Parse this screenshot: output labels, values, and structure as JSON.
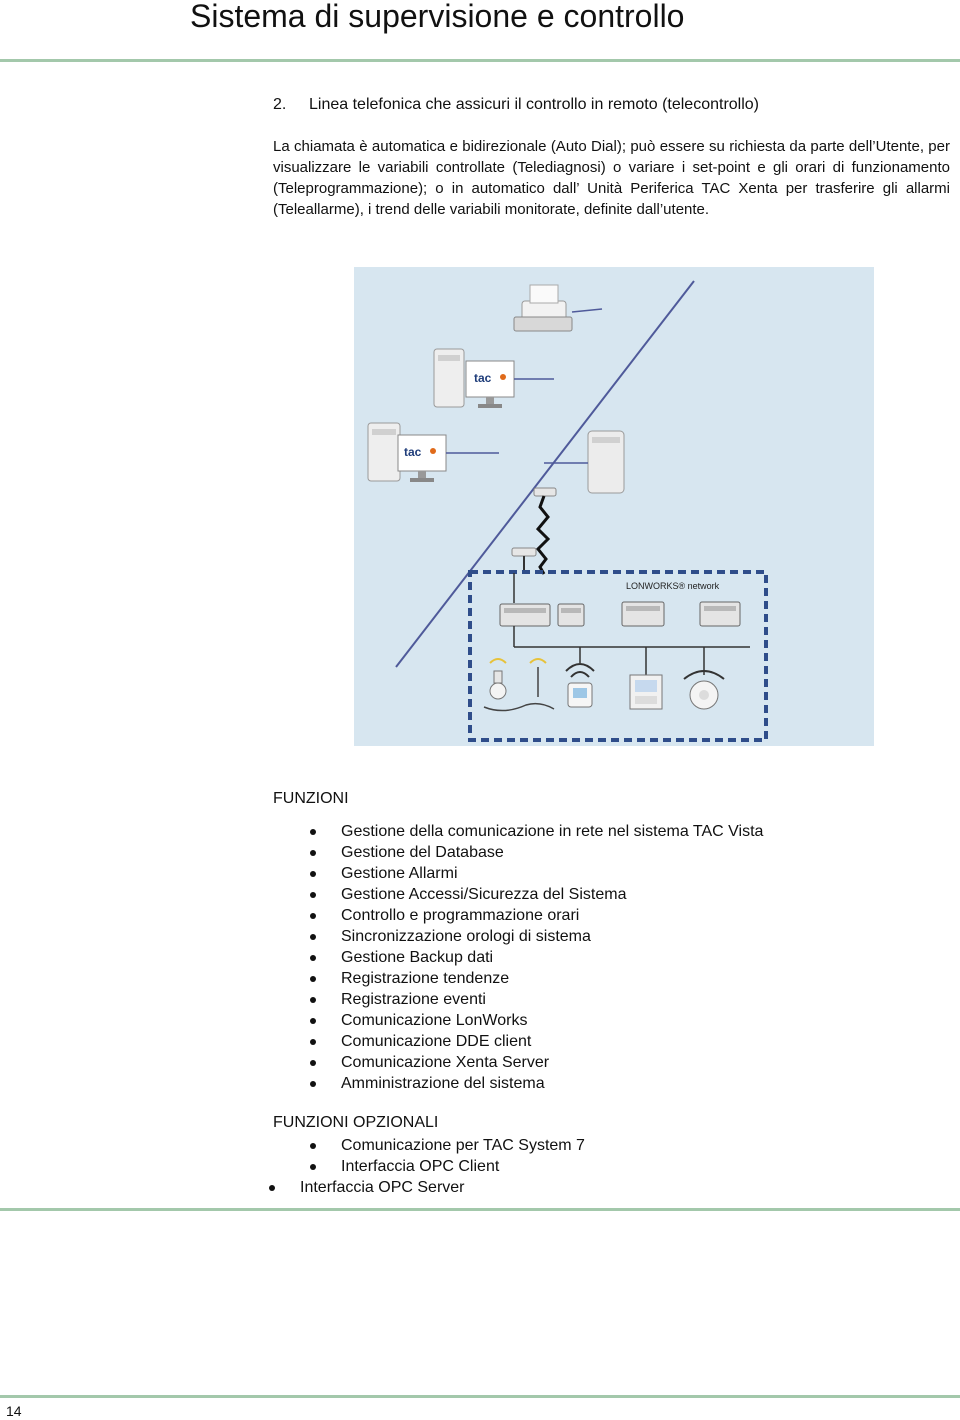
{
  "header": {
    "title": "Sistema di supervisione e controllo"
  },
  "section": {
    "number": "2.",
    "title": "Linea telefonica che assicuri il controllo in remoto (telecontrollo)"
  },
  "intro_text": "La chiamata è automatica e bidirezionale (Auto Dial); può essere su richiesta da parte dell’Utente, per visualizzare le variabili controllate (Telediagnosi) o variare i set-point e gli orari di funzionamento (Teleprogrammazione); o in automatico dall’ Unità Periferica TAC Xenta per trasferire gli allarmi (Teleallarme), i trend delle variabili monitorate, definite dall’utente.",
  "figure": {
    "logo_text": "tac",
    "network_label": "LONWORKS® network",
    "colors": {
      "background": "#d7e6f0",
      "line": "#4f5a9a",
      "network_border": "#2f4d8a"
    }
  },
  "funzioni": {
    "heading": "FUNZIONI",
    "items": [
      "Gestione della comunicazione in rete nel sistema TAC Vista",
      "Gestione del Database",
      "Gestione Allarmi",
      "Gestione Accessi/Sicurezza del Sistema",
      "Controllo e programmazione orari",
      "Sincronizzazione orologi di sistema",
      "Gestione Backup dati",
      "Registrazione tendenze",
      "Registrazione eventi",
      "Comunicazione LonWorks",
      "Comunicazione DDE client",
      "Comunicazione Xenta Server",
      "Amministrazione del sistema"
    ]
  },
  "opzionali": {
    "heading": "FUNZIONI OPZIONALI",
    "items": [
      "Comunicazione per TAC System 7",
      "Interfaccia OPC Client"
    ],
    "last_item": "Interfaccia OPC Server"
  },
  "footer": {
    "page_number": "14"
  },
  "colors": {
    "rule": "#a3c8ab"
  }
}
